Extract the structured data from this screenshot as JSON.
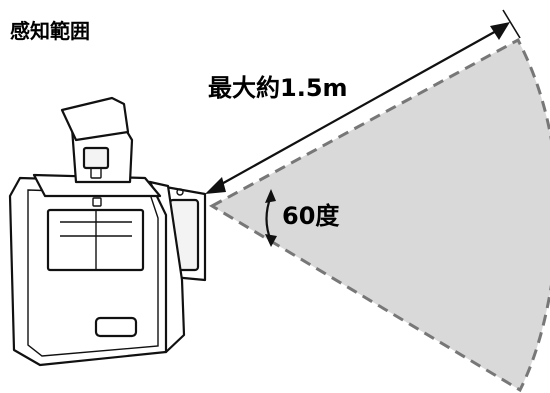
{
  "title": "感知範囲",
  "distance_label": "最大約1.5m",
  "angle_label": "60度",
  "colors": {
    "cone_fill": "#d9d9d9",
    "cone_border": "#777777",
    "line": "#111111"
  }
}
